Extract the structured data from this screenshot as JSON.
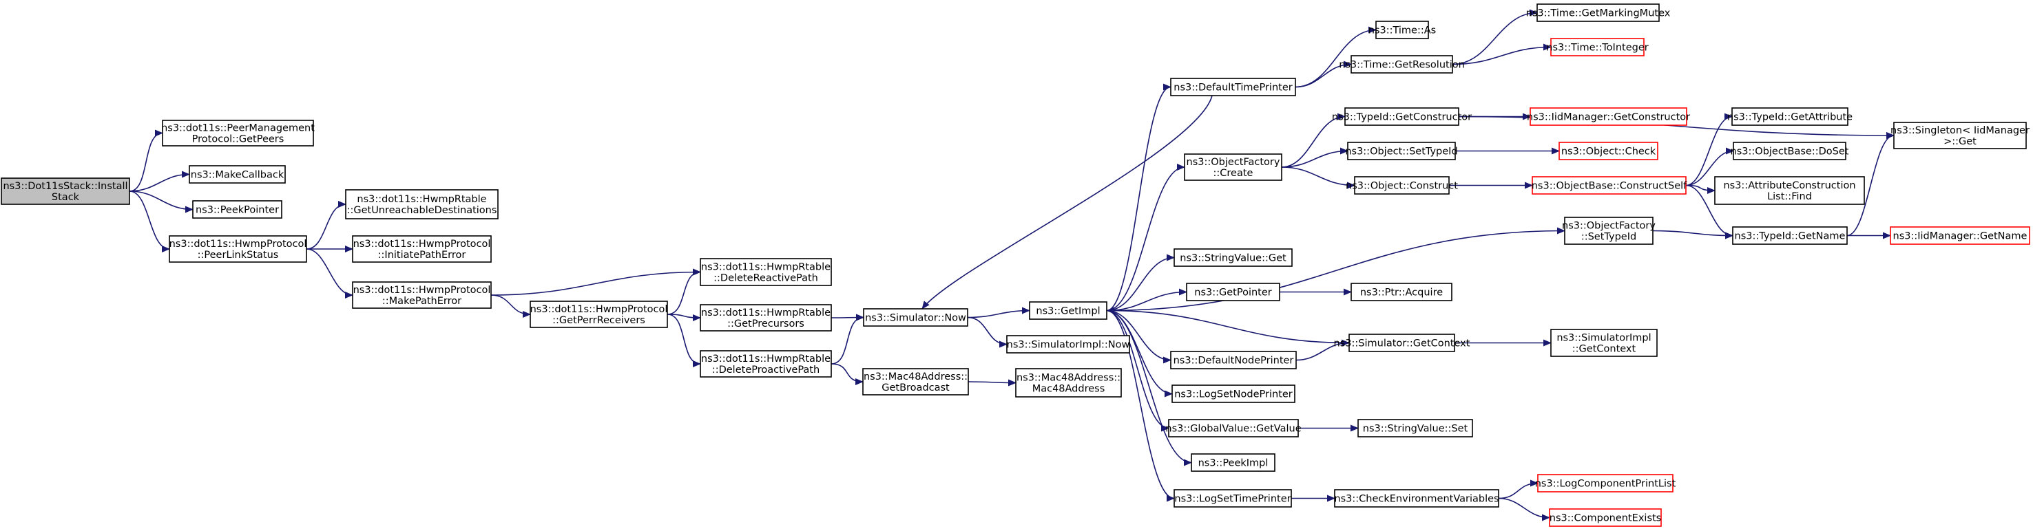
{
  "nodes": {
    "n_install": {
      "lines": [
        "ns3::Dot11sStack::Install",
        "Stack"
      ],
      "variant": "root"
    },
    "n_getpeers": {
      "lines": [
        "ns3::dot11s::PeerManagement",
        "Protocol::GetPeers"
      ],
      "variant": "normal"
    },
    "n_makecallback": {
      "lines": [
        "ns3::MakeCallback"
      ],
      "variant": "normal"
    },
    "n_peekpointer": {
      "lines": [
        "ns3::PeekPointer"
      ],
      "variant": "normal"
    },
    "n_peerlinkstatus": {
      "lines": [
        "ns3::dot11s::HwmpProtocol",
        "::PeerLinkStatus"
      ],
      "variant": "normal"
    },
    "n_getunreach": {
      "lines": [
        "ns3::dot11s::HwmpRtable",
        "::GetUnreachableDestinations"
      ],
      "variant": "normal"
    },
    "n_initiatepe": {
      "lines": [
        "ns3::dot11s::HwmpProtocol",
        "::InitiatePathError"
      ],
      "variant": "normal"
    },
    "n_makepatherr": {
      "lines": [
        "ns3::dot11s::HwmpProtocol",
        "::MakePathError"
      ],
      "variant": "normal"
    },
    "n_getperr": {
      "lines": [
        "ns3::dot11s::HwmpProtocol",
        "::GetPerrReceivers"
      ],
      "variant": "normal"
    },
    "n_delreactive": {
      "lines": [
        "ns3::dot11s::HwmpRtable",
        "::DeleteReactivePath"
      ],
      "variant": "normal"
    },
    "n_getprecursors": {
      "lines": [
        "ns3::dot11s::HwmpRtable",
        "::GetPrecursors"
      ],
      "variant": "normal"
    },
    "n_delproactive": {
      "lines": [
        "ns3::dot11s::HwmpRtable",
        "::DeleteProactivePath"
      ],
      "variant": "normal"
    },
    "n_simnow": {
      "lines": [
        "ns3::Simulator::Now"
      ],
      "variant": "normal"
    },
    "n_getbroadcast": {
      "lines": [
        "ns3::Mac48Address::",
        "GetBroadcast"
      ],
      "variant": "normal"
    },
    "n_mac48": {
      "lines": [
        "ns3::Mac48Address::",
        "Mac48Address"
      ],
      "variant": "normal"
    },
    "n_getimpl": {
      "lines": [
        "ns3::GetImpl"
      ],
      "variant": "normal"
    },
    "n_simimplnow": {
      "lines": [
        "ns3::SimulatorImpl::Now"
      ],
      "variant": "normal"
    },
    "n_deftimeprinter": {
      "lines": [
        "ns3::DefaultTimePrinter"
      ],
      "variant": "normal"
    },
    "n_timeas": {
      "lines": [
        "ns3::Time::As"
      ],
      "variant": "normal"
    },
    "n_timegetres": {
      "lines": [
        "ns3::Time::GetResolution"
      ],
      "variant": "normal"
    },
    "n_markingmutex": {
      "lines": [
        "ns3::Time::GetMarkingMutex"
      ],
      "variant": "normal"
    },
    "n_tointeger": {
      "lines": [
        "ns3::Time::ToInteger"
      ],
      "variant": "red"
    },
    "n_objfactcreate": {
      "lines": [
        "ns3::ObjectFactory",
        "::Create"
      ],
      "variant": "normal"
    },
    "n_typeidgetctor": {
      "lines": [
        "ns3::TypeId::GetConstructor"
      ],
      "variant": "normal"
    },
    "n_iidmgrctor": {
      "lines": [
        "ns3::IidManager::GetConstructor"
      ],
      "variant": "red"
    },
    "n_objsettypeid": {
      "lines": [
        "ns3::Object::SetTypeId"
      ],
      "variant": "normal"
    },
    "n_objcheck": {
      "lines": [
        "ns3::Object::Check"
      ],
      "variant": "red"
    },
    "n_objconstruct": {
      "lines": [
        "ns3::Object::Construct"
      ],
      "variant": "normal"
    },
    "n_constructself": {
      "lines": [
        "ns3::ObjectBase::ConstructSelf"
      ],
      "variant": "red"
    },
    "n_typeidgetattr": {
      "lines": [
        "ns3::TypeId::GetAttribute"
      ],
      "variant": "normal"
    },
    "n_objbasedoset": {
      "lines": [
        "ns3::ObjectBase::DoSet"
      ],
      "variant": "normal"
    },
    "n_attrfind": {
      "lines": [
        "ns3::AttributeConstruction",
        "List::Find"
      ],
      "variant": "normal"
    },
    "n_singleton": {
      "lines": [
        "ns3::Singleton< IidManager",
        " >::Get"
      ],
      "variant": "normal"
    },
    "n_objfactsettid": {
      "lines": [
        "ns3::ObjectFactory",
        "::SetTypeId"
      ],
      "variant": "normal"
    },
    "n_typeidgetname": {
      "lines": [
        "ns3::TypeId::GetName"
      ],
      "variant": "normal"
    },
    "n_iidmgrname": {
      "lines": [
        "ns3::IidManager::GetName"
      ],
      "variant": "red"
    },
    "n_stringvalget": {
      "lines": [
        "ns3::StringValue::Get"
      ],
      "variant": "normal"
    },
    "n_getpointer": {
      "lines": [
        "ns3::GetPointer"
      ],
      "variant": "normal"
    },
    "n_ptracquire": {
      "lines": [
        "ns3::Ptr::Acquire"
      ],
      "variant": "normal"
    },
    "n_defnodeprinter": {
      "lines": [
        "ns3::DefaultNodePrinter"
      ],
      "variant": "normal"
    },
    "n_simgetctx": {
      "lines": [
        "ns3::Simulator::GetContext"
      ],
      "variant": "normal"
    },
    "n_simimplctx": {
      "lines": [
        "ns3::SimulatorImpl",
        "::GetContext"
      ],
      "variant": "normal"
    },
    "n_logsetnode": {
      "lines": [
        "ns3::LogSetNodePrinter"
      ],
      "variant": "normal"
    },
    "n_globalgetval": {
      "lines": [
        "ns3::GlobalValue::GetValue"
      ],
      "variant": "normal"
    },
    "n_stringvalset": {
      "lines": [
        "ns3::StringValue::Set"
      ],
      "variant": "normal"
    },
    "n_peekimpl": {
      "lines": [
        "ns3::PeekImpl"
      ],
      "variant": "normal"
    },
    "n_logsettime": {
      "lines": [
        "ns3::LogSetTimePrinter"
      ],
      "variant": "normal"
    },
    "n_checkenv": {
      "lines": [
        "ns3::CheckEnvironmentVariables"
      ],
      "variant": "normal"
    },
    "n_logprintlist": {
      "lines": [
        "ns3::LogComponentPrintList"
      ],
      "variant": "red"
    },
    "n_compexists": {
      "lines": [
        "ns3::ComponentExists"
      ],
      "variant": "red"
    }
  },
  "colors": {
    "edge": "#191970",
    "root_fill": "#bfbfbf",
    "external_border": "#ff0000"
  }
}
